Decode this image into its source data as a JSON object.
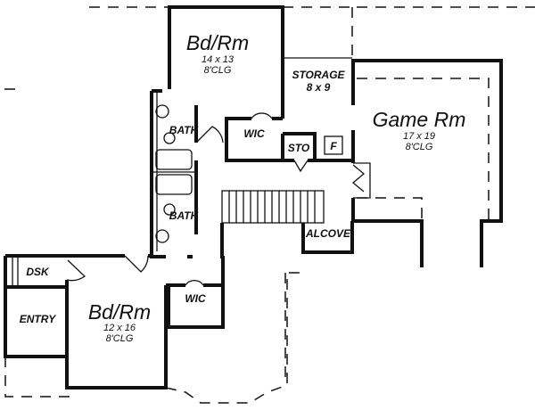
{
  "rooms": {
    "bedroom_upper": {
      "name": "Bd/Rm",
      "size": "14 x 13",
      "ceiling": "8'CLG"
    },
    "storage": {
      "name": "STORAGE",
      "size": "8 x 9"
    },
    "game_room": {
      "name": "Game Rm",
      "size": "17 x 19",
      "ceiling": "8'CLG"
    },
    "wic_upper": {
      "name": "WIC"
    },
    "sto": {
      "name": "STO"
    },
    "furnace": {
      "name": "F"
    },
    "bath_upper": {
      "name": "BATH"
    },
    "bath_lower": {
      "name": "BATH"
    },
    "alcove": {
      "name": "ALCOVE"
    },
    "desk": {
      "name": "DSK"
    },
    "entry": {
      "name": "ENTRY"
    },
    "bedroom_lower": {
      "name": "Bd/Rm",
      "size": "12 x 16",
      "ceiling": "8'CLG"
    },
    "wic_lower": {
      "name": "WIC"
    }
  }
}
